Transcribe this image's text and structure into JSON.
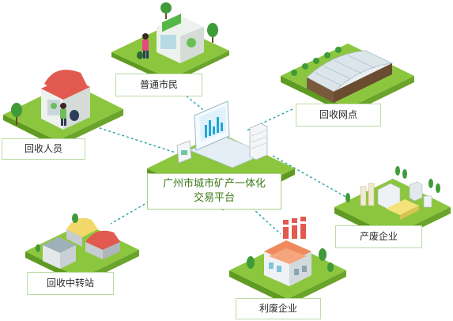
{
  "center": {
    "label": "广州市城市矿产一体化\n交易平台"
  },
  "nodes": {
    "citizens": {
      "label": "普通市民"
    },
    "collectors": {
      "label": "回收人员"
    },
    "collection_points": {
      "label": "回收网点"
    },
    "waste_enterprises": {
      "label": "产废企业"
    },
    "transfer_stations": {
      "label": "回收中转站"
    },
    "utilization_enterprises": {
      "label": "利废企业"
    }
  },
  "colors": {
    "platform_green": "#88c540",
    "platform_dark": "#5f9b22",
    "connector": "#2aa2a7",
    "label_border": "#bcdca6",
    "center_text": "#3c7a19"
  },
  "icons": {
    "center": "laptop-dashboard-icon",
    "citizens": "citizen-recycling-store-icon",
    "collectors": "collector-with-bags-icon",
    "collection_points": "warehouse-icon",
    "waste_enterprises": "industrial-park-icon",
    "transfer_stations": "transfer-station-icon",
    "utilization_enterprises": "factory-icon"
  }
}
